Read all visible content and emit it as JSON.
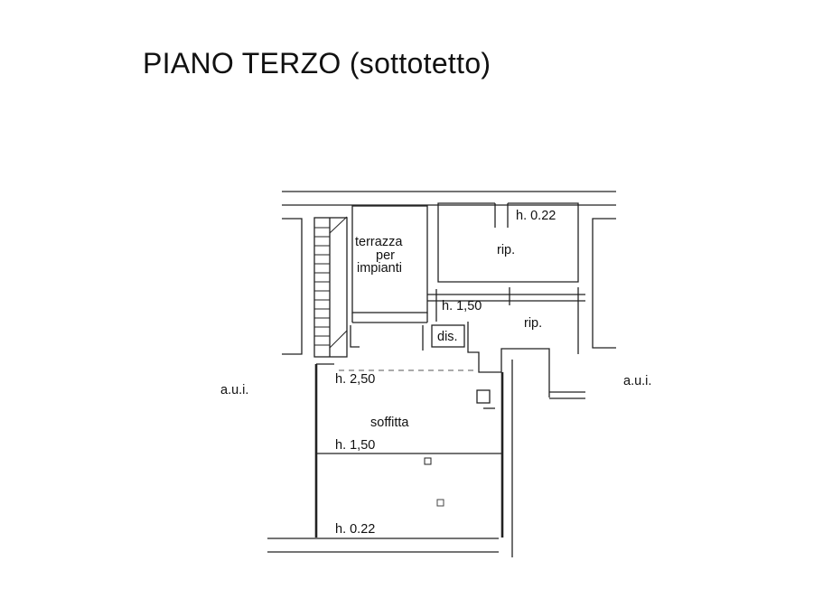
{
  "title": "PIANO TERZO (sottotetto)",
  "labels": {
    "aui_left": "a.u.i.",
    "aui_right": "a.u.i.",
    "terrazza_1": "terrazza",
    "terrazza_2": "per",
    "terrazza_3": "impianti",
    "rip_top": "rip.",
    "rip_mid": "rip.",
    "dis": "dis.",
    "soffitta": "soffitta",
    "h_022_top": "h. 0.22",
    "h_150_top": "h. 1,50",
    "h_250": "h. 2,50",
    "h_150_soffitta": "h. 1,50",
    "h_022_bottom": "h. 0.22"
  },
  "colors": {
    "ink": "#222222",
    "background": "#ffffff"
  }
}
